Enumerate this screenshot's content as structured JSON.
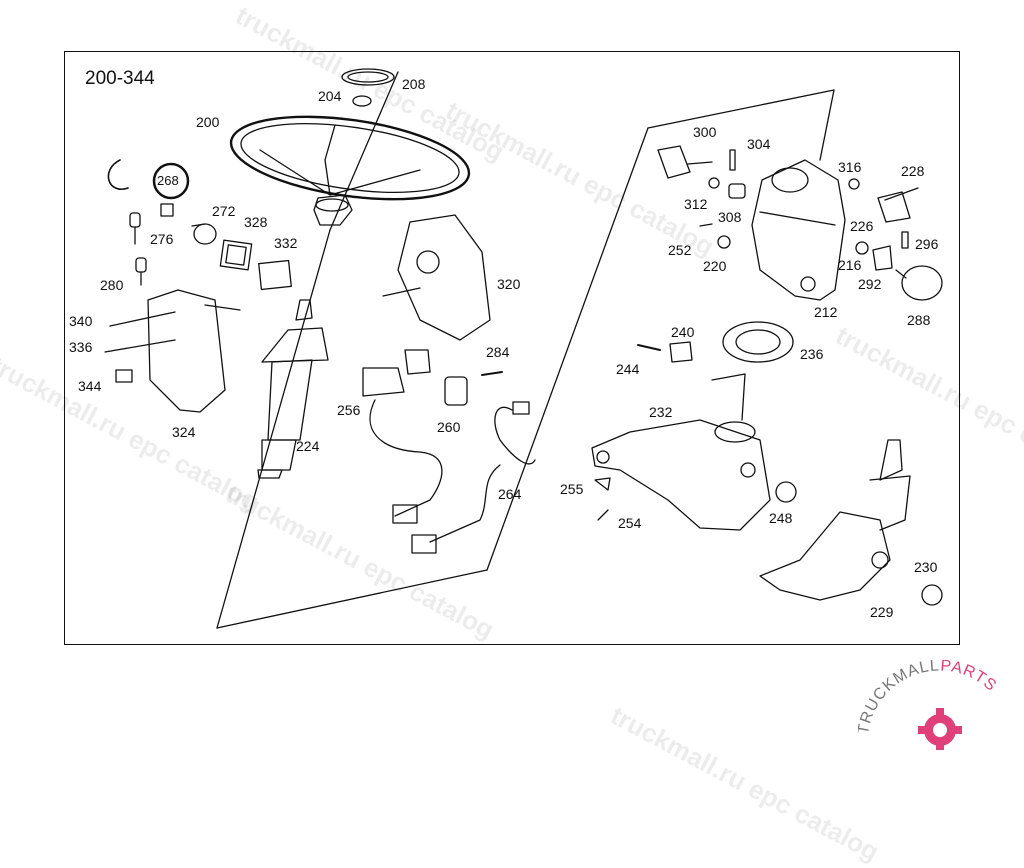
{
  "diagram_id": "200-344",
  "watermark": [
    "truckmall.ru epc catalog",
    "truckmall.ru epc catalog",
    "truckmall.ru epc catalog",
    "truckmall.ru epc catalog",
    "truckmall.ru epc catalog",
    "truckmall.ru epc catalog",
    "truckmall.ru"
  ],
  "brand": {
    "part1": "TRUCKMALL",
    "part2": "PARTS",
    "accent": "#e0407a"
  },
  "callouts": {
    "c200": "200",
    "c204": "204",
    "c208": "208",
    "c268": "268",
    "c272": "272",
    "c276": "276",
    "c280": "280",
    "c328": "328",
    "c332": "332",
    "c340": "340",
    "c336": "336",
    "c344": "344",
    "c324": "324",
    "c224": "224",
    "c320": "320",
    "c284": "284",
    "c256": "256",
    "c260": "260",
    "c264": "264",
    "c300": "300",
    "c304": "304",
    "c316": "316",
    "c228": "228",
    "c312": "312",
    "c308": "308",
    "c226": "226",
    "c252": "252",
    "c220": "220",
    "c216": "216",
    "c296": "296",
    "c292": "292",
    "c212": "212",
    "c288": "288",
    "c240": "240",
    "c244": "244",
    "c236": "236",
    "c232": "232",
    "c255": "255",
    "c254": "254",
    "c248": "248",
    "c230": "230",
    "c229": "229"
  }
}
